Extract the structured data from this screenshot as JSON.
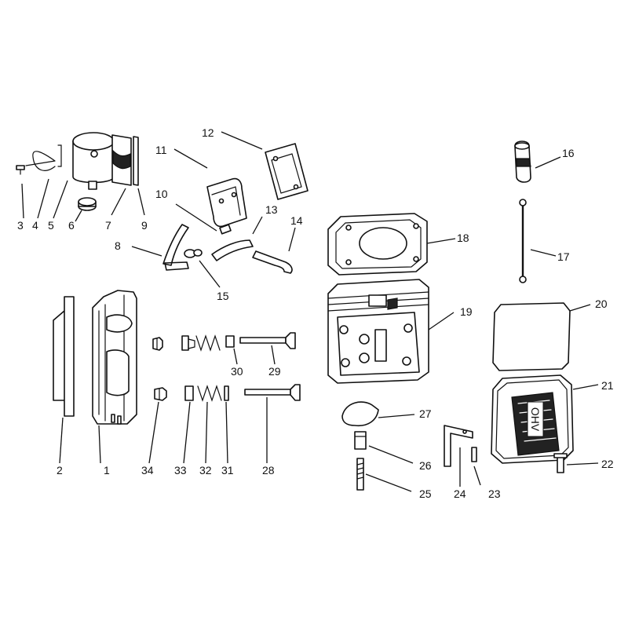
{
  "callouts": {
    "c1": "1",
    "c2": "2",
    "c3": "3",
    "c4": "4",
    "c5": "5",
    "c6": "6",
    "c7": "7",
    "c8": "8",
    "c9": "9",
    "c10": "10",
    "c11": "11",
    "c12": "12",
    "c13": "13",
    "c14": "14",
    "c15": "15",
    "c16": "16",
    "c17": "17",
    "c18": "18",
    "c19": "19",
    "c20": "20",
    "c21": "21",
    "c22": "22",
    "c23": "23",
    "c24": "24",
    "c25": "25",
    "c26": "26",
    "c27": "27",
    "c28": "28",
    "c29": "29",
    "c30": "30",
    "c31": "31",
    "c32": "32",
    "c33": "33",
    "c34": "34"
  },
  "cover_logo_text": "OHV"
}
